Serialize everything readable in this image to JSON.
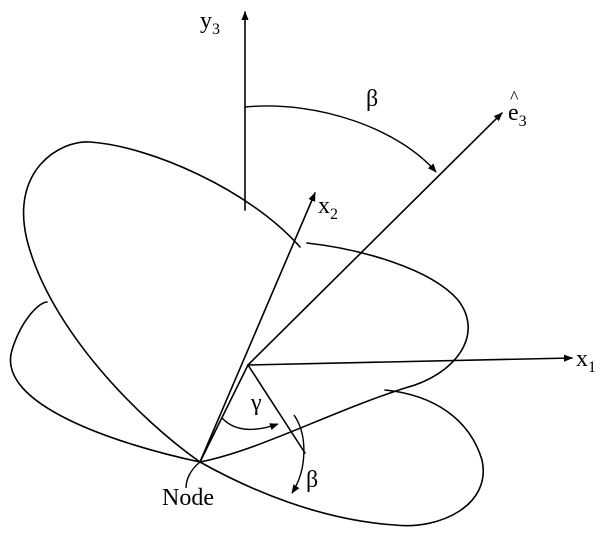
{
  "labels": {
    "y3": {
      "base": "y",
      "sub": "3"
    },
    "e3": {
      "base": "e",
      "hat": "^",
      "sub": "3"
    },
    "x2": {
      "base": "x",
      "sub": "2"
    },
    "x1": {
      "base": "x",
      "sub": "1"
    },
    "beta_top": "β",
    "beta_bottom": "β",
    "gamma": "γ",
    "node": "Node"
  },
  "colors": {
    "ink": "#000000",
    "paper": "#ffffff"
  }
}
